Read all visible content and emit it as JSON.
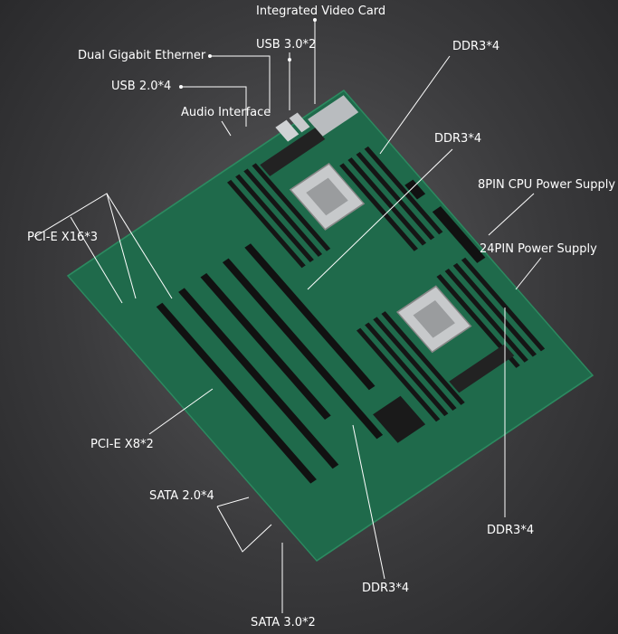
{
  "labels": {
    "integrated_video": "Integrated Video Card",
    "usb3": "USB 3.0*2",
    "ddr3_top_right": "DDR3*4",
    "dual_gigabit": "Dual Gigabit Etherner",
    "usb2": "USB 2.0*4",
    "audio": "Audio Interface",
    "ddr3_center": "DDR3*4",
    "cpu_power": "8PIN CPU Power Supply",
    "atx_power": "24PIN Power Supply",
    "pcie_x16": "PCI-E X16*3",
    "pcie_x8": "PCI-E X8*2",
    "sata2": "SATA 2.0*4",
    "ddr3_bottom_right": "DDR3*4",
    "ddr3_bottom": "DDR3*4",
    "sata3": "SATA 3.0*2"
  },
  "colors": {
    "board": "#1f6a4b",
    "text": "#ffffff"
  }
}
